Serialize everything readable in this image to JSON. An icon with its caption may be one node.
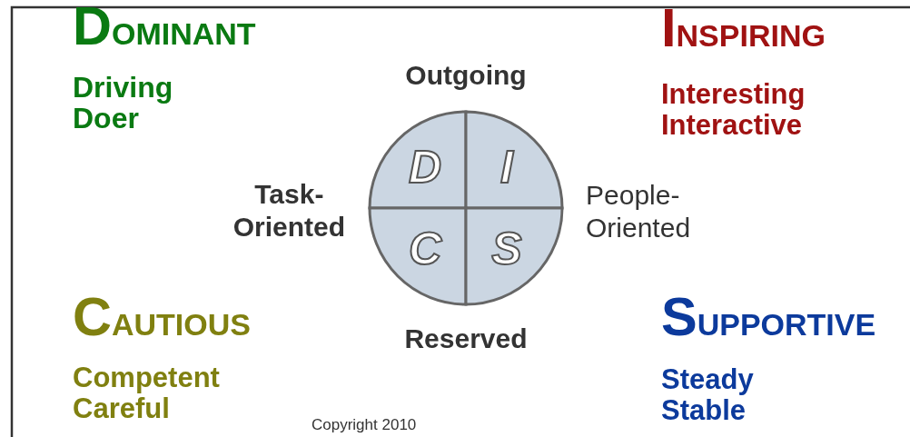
{
  "diagram": {
    "nodes": [
      {
        "text": [
          "D"
        ]
      },
      {
        "text": [
          "I"
        ]
      },
      {
        "text": [
          "C"
        ]
      },
      {
        "text": [
          "S"
        ]
      }
    ],
    "labels": [
      "DOMINANT",
      "Driving",
      "Doer",
      "Outgoing",
      "INSPIRING",
      "Interesting",
      "Interactive",
      "Task- Oriented",
      "People- Oriented",
      "CAUTIOUS",
      "Competent",
      "Careful",
      "Reserved",
      "SUPPORTIVE",
      "Steady",
      "Stable",
      "Copyright 2010"
    ]
  }
}
